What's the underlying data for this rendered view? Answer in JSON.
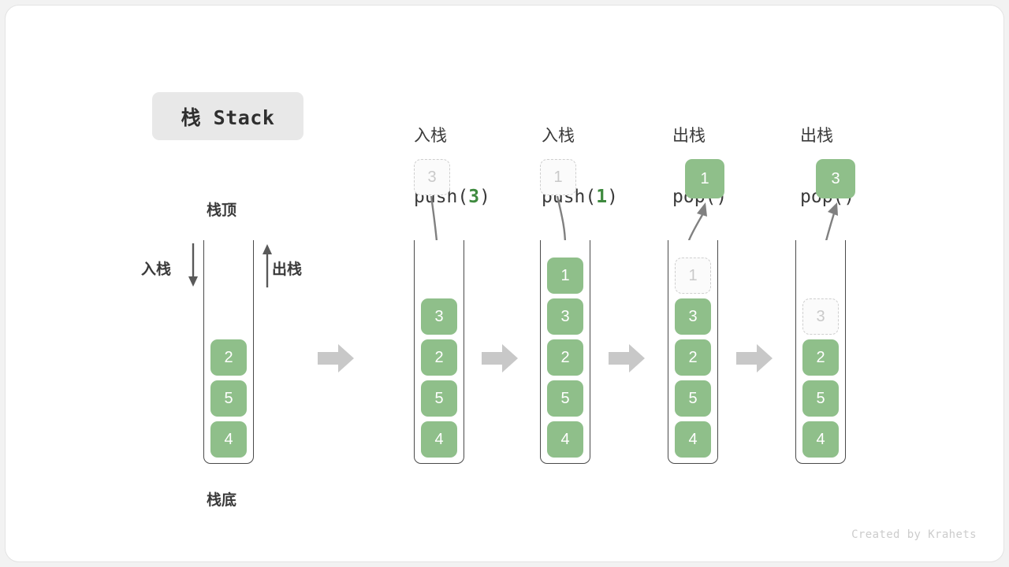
{
  "title": {
    "text": "栈 Stack"
  },
  "colors": {
    "element_green": "#8fbf8a",
    "ghost_border": "#cfcfcf",
    "ghost_text": "#c9c9c9",
    "arrow_gray": "#808080",
    "flow_arrow_gray": "#c8c8c8",
    "text_dark": "#3a3a3a",
    "code_arg_green": "#3f8a3f",
    "card_bg": "#ffffff",
    "page_bg": "#f2f2f2"
  },
  "legend": {
    "top_label": "栈顶",
    "bottom_label": "栈底",
    "push_label": "入栈",
    "pop_label": "出栈"
  },
  "stages": [
    {
      "id": "initial",
      "header_cn": "",
      "header_code": "",
      "code_prefix": "",
      "code_arg": "",
      "code_suffix": "",
      "cells": [
        {
          "value": "2",
          "state": "solid"
        },
        {
          "value": "5",
          "state": "solid"
        },
        {
          "value": "4",
          "state": "solid"
        }
      ],
      "floating": null
    },
    {
      "id": "push-3",
      "header_cn": "入栈",
      "header_code": "push(3)",
      "code_prefix": "push(",
      "code_arg": "3",
      "code_suffix": ")",
      "cells": [
        {
          "value": "3",
          "state": "solid"
        },
        {
          "value": "2",
          "state": "solid"
        },
        {
          "value": "5",
          "state": "solid"
        },
        {
          "value": "4",
          "state": "solid"
        }
      ],
      "floating": {
        "value": "3",
        "state": "ghost",
        "direction": "in"
      }
    },
    {
      "id": "push-1",
      "header_cn": "入栈",
      "header_code": "push(1)",
      "code_prefix": "push(",
      "code_arg": "1",
      "code_suffix": ")",
      "cells": [
        {
          "value": "1",
          "state": "solid"
        },
        {
          "value": "3",
          "state": "solid"
        },
        {
          "value": "2",
          "state": "solid"
        },
        {
          "value": "5",
          "state": "solid"
        },
        {
          "value": "4",
          "state": "solid"
        }
      ],
      "floating": {
        "value": "1",
        "state": "ghost",
        "direction": "in"
      }
    },
    {
      "id": "pop-1",
      "header_cn": "出栈",
      "header_code": "pop()",
      "code_prefix": "pop(",
      "code_arg": "",
      "code_suffix": ")",
      "cells": [
        {
          "value": "1",
          "state": "ghost"
        },
        {
          "value": "3",
          "state": "solid"
        },
        {
          "value": "2",
          "state": "solid"
        },
        {
          "value": "5",
          "state": "solid"
        },
        {
          "value": "4",
          "state": "solid"
        }
      ],
      "floating": {
        "value": "1",
        "state": "solid",
        "direction": "out"
      }
    },
    {
      "id": "pop-3",
      "header_cn": "出栈",
      "header_code": "pop()",
      "code_prefix": "pop(",
      "code_arg": "",
      "code_suffix": ")",
      "cells": [
        {
          "value": "3",
          "state": "ghost"
        },
        {
          "value": "2",
          "state": "solid"
        },
        {
          "value": "5",
          "state": "solid"
        },
        {
          "value": "4",
          "state": "solid"
        }
      ],
      "floating": {
        "value": "3",
        "state": "solid",
        "direction": "out"
      }
    }
  ],
  "watermark": "Created by Krahets"
}
